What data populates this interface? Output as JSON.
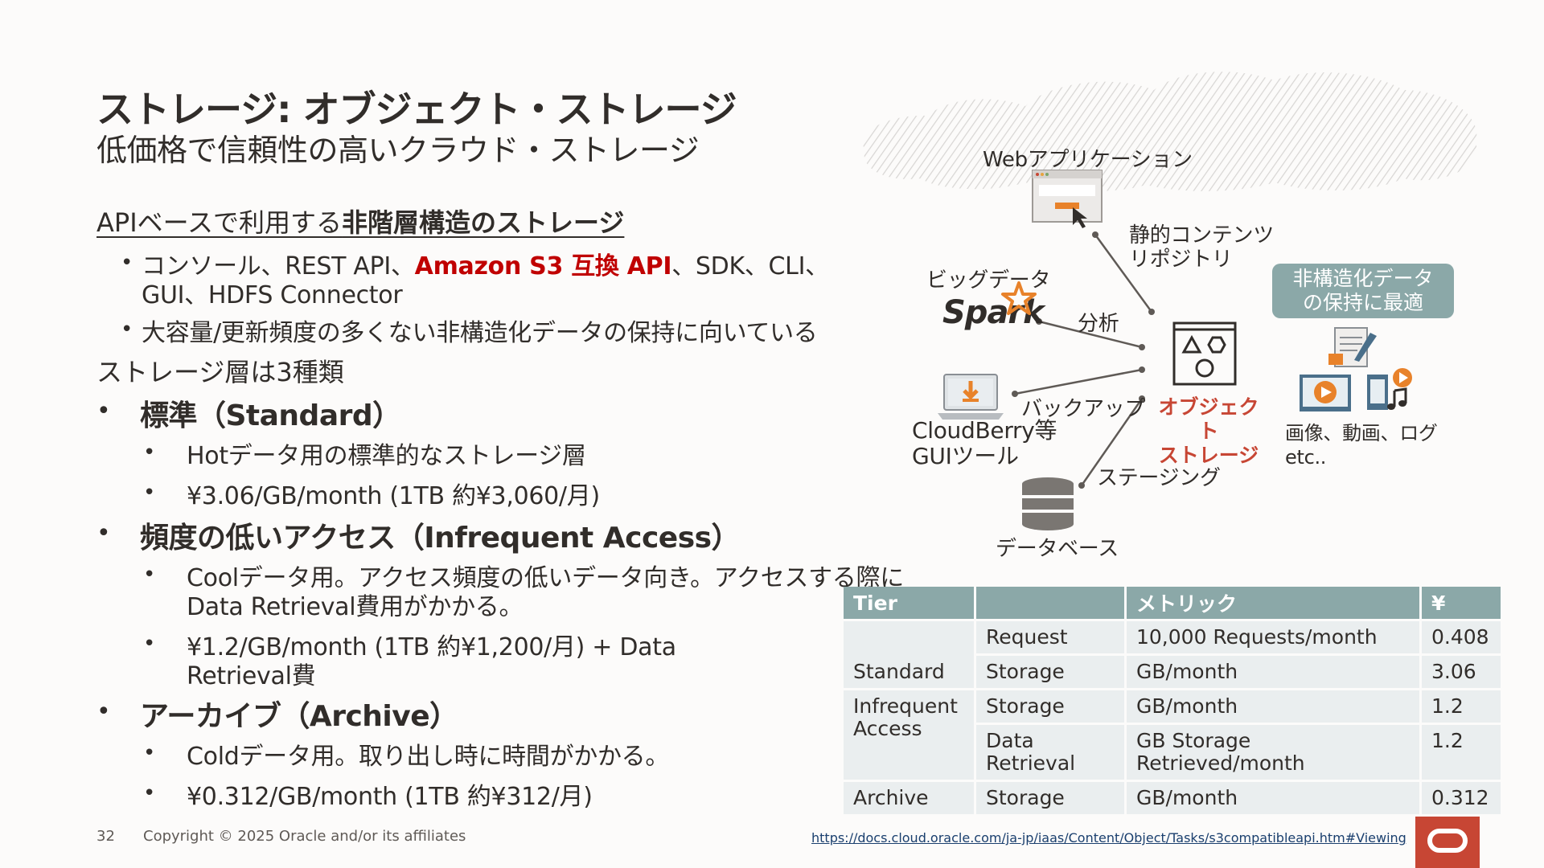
{
  "title": "ストレージ: オブジェクト・ストレージ",
  "subtitle": "低価格で信頼性の高いクラウド・ストレージ",
  "content": {
    "heading1_pre": "APIベースで利用する",
    "heading1_bold": "非階層構造のストレージ",
    "bullet1_pre": "コンソール、REST API、",
    "bullet1_red": "Amazon S3 互換 API",
    "bullet1_post": "、SDK、CLI、",
    "bullet1_line2": "GUI、HDFS Connector",
    "bullet2": "大容量/更新頻度の多くない非構造化データの保持に向いている",
    "heading2": "ストレージ層は3種類",
    "tier1_title": "標準（Standard）",
    "tier1_b1": "Hotデータ用の標準的なストレージ層",
    "tier1_b2": "¥3.06/GB/month (1TB 約¥3,060/月)",
    "tier2_title": "頻度の低いアクセス（Infrequent Access）",
    "tier2_b1_l1": "Coolデータ用。アクセス頻度の低いデータ向き。アクセスする際に",
    "tier2_b1_l2": "Data Retrieval費用がかかる。",
    "tier2_b2_l1": "¥1.2/GB/month (1TB 約¥1,200/月) + Data",
    "tier2_b2_l2": "Retrieval費",
    "tier3_title": "アーカイブ（Archive）",
    "tier3_b1": "Coldデータ用。取り出し時に時間がかかる。",
    "tier3_b2": "¥0.312/GB/month (1TB 約¥312/月)"
  },
  "diagram": {
    "web_app": "Webアプリケーション",
    "static_l1": "静的コンテンツ",
    "static_l2": "リポジトリ",
    "bigdata": "ビッグデータ",
    "spark": "Spark",
    "analysis": "分析",
    "backup": "バックアップ",
    "cloudberry_l1": "CloudBerry等",
    "cloudberry_l2": "GUIツール",
    "staging": "ステージング",
    "database": "データベース",
    "object_storage_l1": "オブジェクト",
    "object_storage_l2": "ストレージ",
    "badge_l1": "非構造化データ",
    "badge_l2": "の保持に最適",
    "media_l1": "画像、動画、ログ",
    "media_l2": "etc..",
    "icons": [
      "browser-icon",
      "spark-logo",
      "laptop-download-icon",
      "database-icon",
      "object-storage-icon",
      "document-icon",
      "video-icon",
      "music-icon"
    ]
  },
  "table": {
    "headers": [
      "Tier",
      "",
      "メトリック",
      "¥"
    ],
    "rows": [
      {
        "tier": "",
        "item": "Request",
        "metric": "10,000 Requests/month",
        "price": "0.408"
      },
      {
        "tier": "Standard",
        "item": "Storage",
        "metric": "GB/month",
        "price": "3.06"
      },
      {
        "tier": "Infrequent Access",
        "item": "Storage",
        "metric": "GB/month",
        "price": "1.2"
      },
      {
        "tier": "",
        "item": "Data Retrieval",
        "metric": "GB Storage Retrieved/month",
        "price": "1.2"
      },
      {
        "tier": "Archive",
        "item": "Storage",
        "metric": "GB/month",
        "price": "0.312"
      }
    ]
  },
  "footer": {
    "page_number": "32",
    "copyright": "Copyright © 2025 Oracle and/or its affiliates",
    "link": "https://docs.cloud.oracle.com/ja-jp/iaas/Content/Object/Tasks/s3compatibleapi.htm#Viewing"
  },
  "colors": {
    "accent_red": "#c00000",
    "oracle_red": "#c74634",
    "table_header": "#8ba8a8",
    "table_cell": "#eaeeef"
  }
}
